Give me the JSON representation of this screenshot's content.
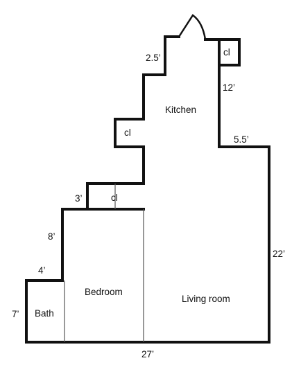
{
  "rooms": {
    "kitchen": "Kitchen",
    "closet_top": "cl",
    "closet_left": "cl",
    "closet_middle": "cl",
    "bedroom": "Bedroom",
    "bath": "Bath",
    "living_room": "Living room"
  },
  "dimensions": {
    "d_2_5": "2.5’",
    "d_12": "12’",
    "d_5_5": "5.5’",
    "d_3": "3’",
    "d_8": "8’",
    "d_4": "4’",
    "d_7": "7’",
    "d_22": "22’",
    "d_27": "27’"
  }
}
